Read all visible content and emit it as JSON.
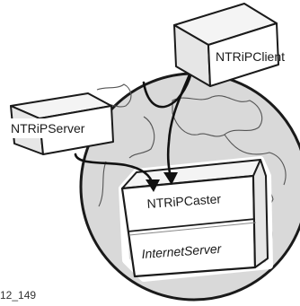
{
  "diagram": {
    "client_label": "NTRiPClient",
    "server_label": "NTRiPServer",
    "caster_label": "NTRiPCaster",
    "internet_label": "InternetServer",
    "figure_number": "12_149"
  },
  "colors": {
    "globe_fill": "#d9d9d9",
    "box_face": "#ffffff",
    "box_side": "#e6e6e6",
    "box_top": "#f4f4f4",
    "stroke": "#1a1a1a"
  }
}
